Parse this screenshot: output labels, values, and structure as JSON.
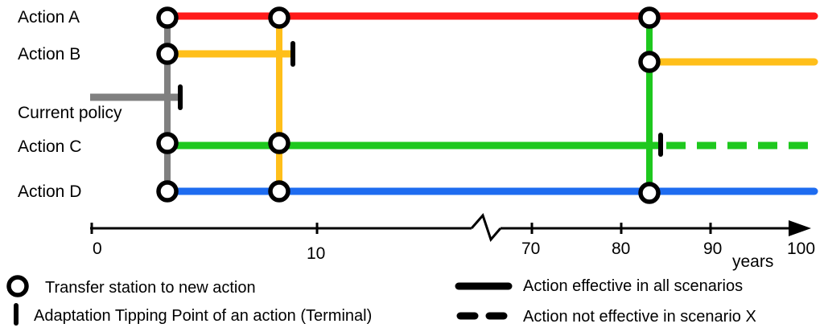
{
  "title": "",
  "labels": {
    "action_a": "Action A",
    "action_b": "Action B",
    "current_policy": "Current policy",
    "action_c": "Action C",
    "action_d": "Action D"
  },
  "colors": {
    "action_a": "#ff1a1a",
    "action_b": "#ffbf1a",
    "current_policy": "#808080",
    "action_c": "#1ec81e",
    "action_d": "#1e6cf0",
    "axis": "#000000"
  },
  "axis": {
    "ticks": [
      "0",
      "10",
      "70",
      "80",
      "90",
      "100"
    ],
    "unit": "years"
  },
  "legend": {
    "transfer": "Transfer station to new action",
    "tipping": "Adaptation Tipping Point of an action (Terminal)",
    "effective": "Action effective in all scenarios",
    "not_effective": "Action not effective in scenario X"
  }
}
